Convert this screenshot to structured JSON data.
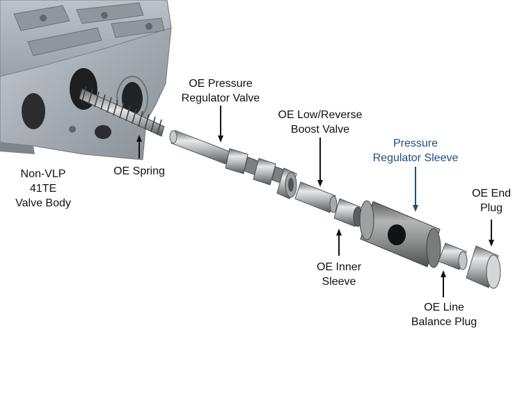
{
  "diagram": {
    "labels": {
      "valve_body": [
        "Non-VLP",
        "41TE",
        "Valve Body"
      ],
      "spring": [
        "OE Spring"
      ],
      "pressure_regulator_valve": [
        "OE Pressure",
        "Regulator Valve"
      ],
      "low_reverse_boost_valve": [
        "OE Low/Reverse",
        "Boost Valve"
      ],
      "pressure_regulator_sleeve": [
        "Pressure",
        "Regulator Sleeve"
      ],
      "inner_sleeve": [
        "OE Inner",
        "Sleeve"
      ],
      "end_plug": [
        "OE End",
        "Plug"
      ],
      "line_balance_plug": [
        "OE Line",
        "Balance Plug"
      ]
    },
    "colors": {
      "text": "#111111",
      "accent_label": "#1f4e79",
      "arrow": "#111111",
      "arrow_accent": "#1f4e79",
      "casting": "#a9b0b6",
      "metal": "#b9bcbf",
      "sleeve": "#8c8d8d"
    }
  }
}
